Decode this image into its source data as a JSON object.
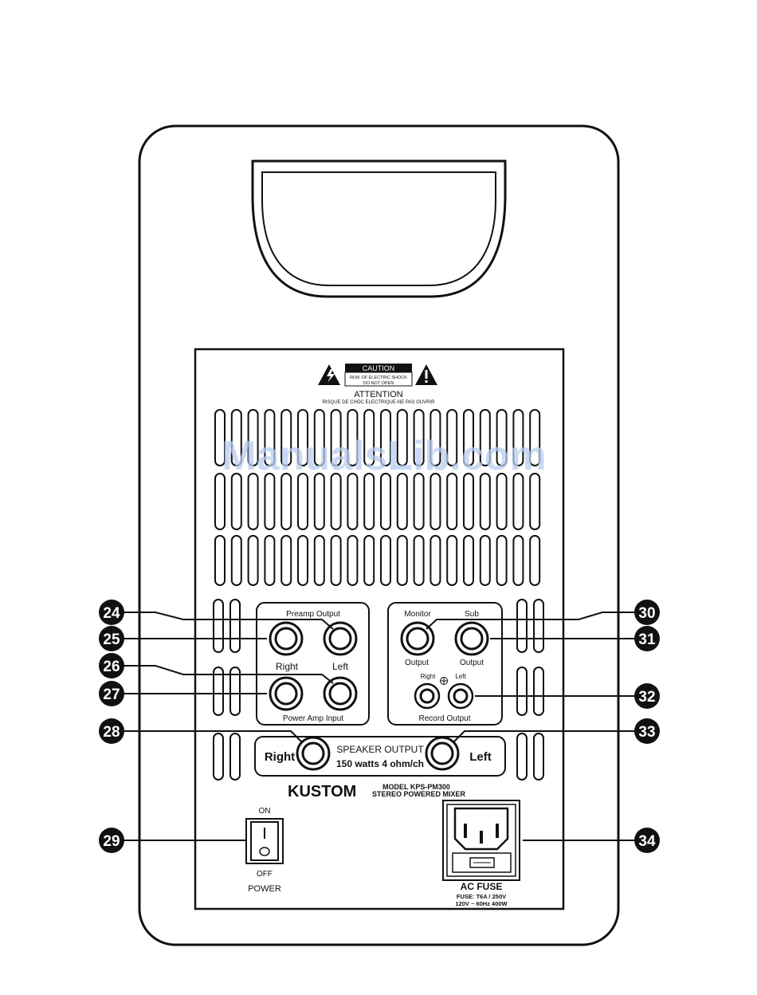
{
  "caution": {
    "title": "CAUTION",
    "line1": "RISK OF ELECTRIC SHOCK",
    "line2": "DO NOT OPEN",
    "attention": "ATTENTION",
    "french": "RISQUE DE CHOC ELECTRIQUE-NE PAS OUVRIR"
  },
  "watermark": "ManualsLib.com",
  "preamp": {
    "title": "Preamp Output",
    "right": "Right",
    "left": "Left",
    "power_amp": "Power Amp Input"
  },
  "monitor": {
    "monitor": "Monitor",
    "sub": "Sub",
    "output_a": "Output",
    "output_b": "Output"
  },
  "record": {
    "right": "Right",
    "left": "Left",
    "title": "Record Output"
  },
  "speaker": {
    "right": "Right",
    "left": "Left",
    "line1": "SPEAKER OUTPUT",
    "line2": "150 watts 4 ohm/ch"
  },
  "brand": {
    "logo": "KUSTOM",
    "model": "MODEL KPS-PM300",
    "desc": "STEREO POWERED MIXER"
  },
  "power": {
    "on": "ON",
    "off": "OFF",
    "label": "POWER"
  },
  "ac": {
    "title": "AC FUSE",
    "fuse": "FUSE: T6A / 250V",
    "rating": "120V ~ 60Hz 400W"
  },
  "callouts": [
    {
      "num": "24"
    },
    {
      "num": "25"
    },
    {
      "num": "26"
    },
    {
      "num": "27"
    },
    {
      "num": "28"
    },
    {
      "num": "29"
    },
    {
      "num": "30"
    },
    {
      "num": "31"
    },
    {
      "num": "32"
    },
    {
      "num": "33"
    },
    {
      "num": "34"
    }
  ]
}
